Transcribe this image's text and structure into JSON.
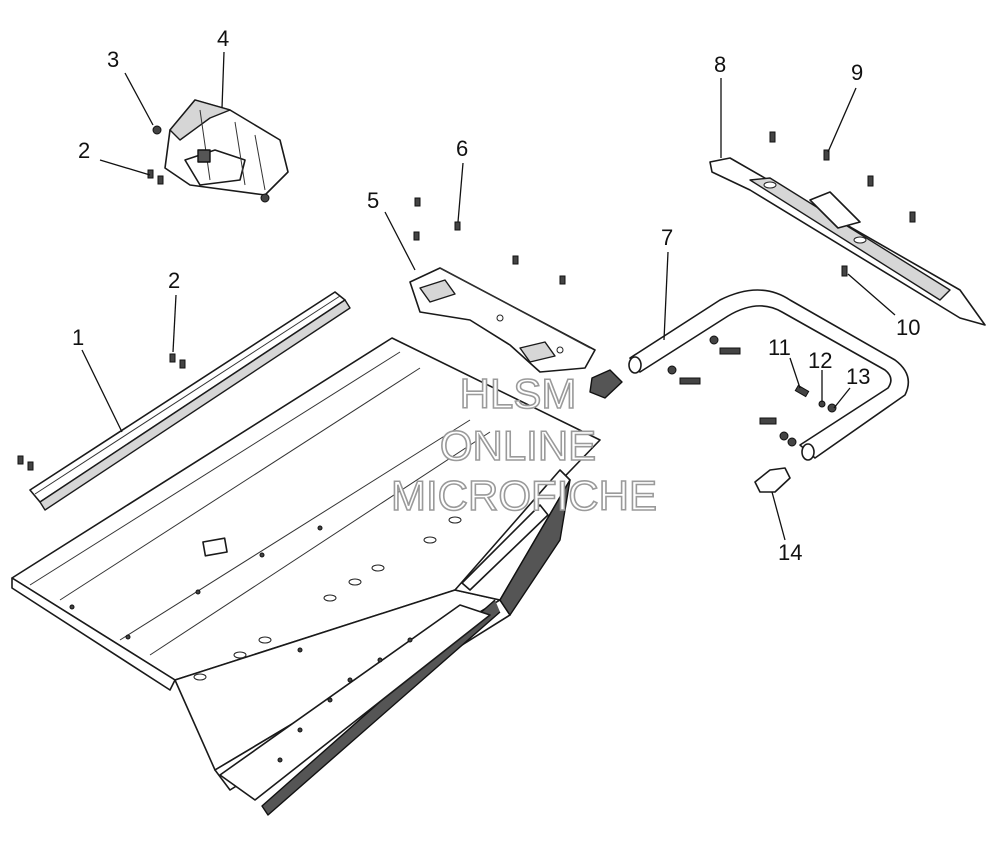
{
  "callouts": [
    "1",
    "2",
    "2",
    "3",
    "4",
    "5",
    "6",
    "7",
    "8",
    "9",
    "10",
    "11",
    "12",
    "13",
    "14"
  ],
  "watermark": [
    "HLSM",
    "ONLINE",
    "MICROFICHE"
  ]
}
